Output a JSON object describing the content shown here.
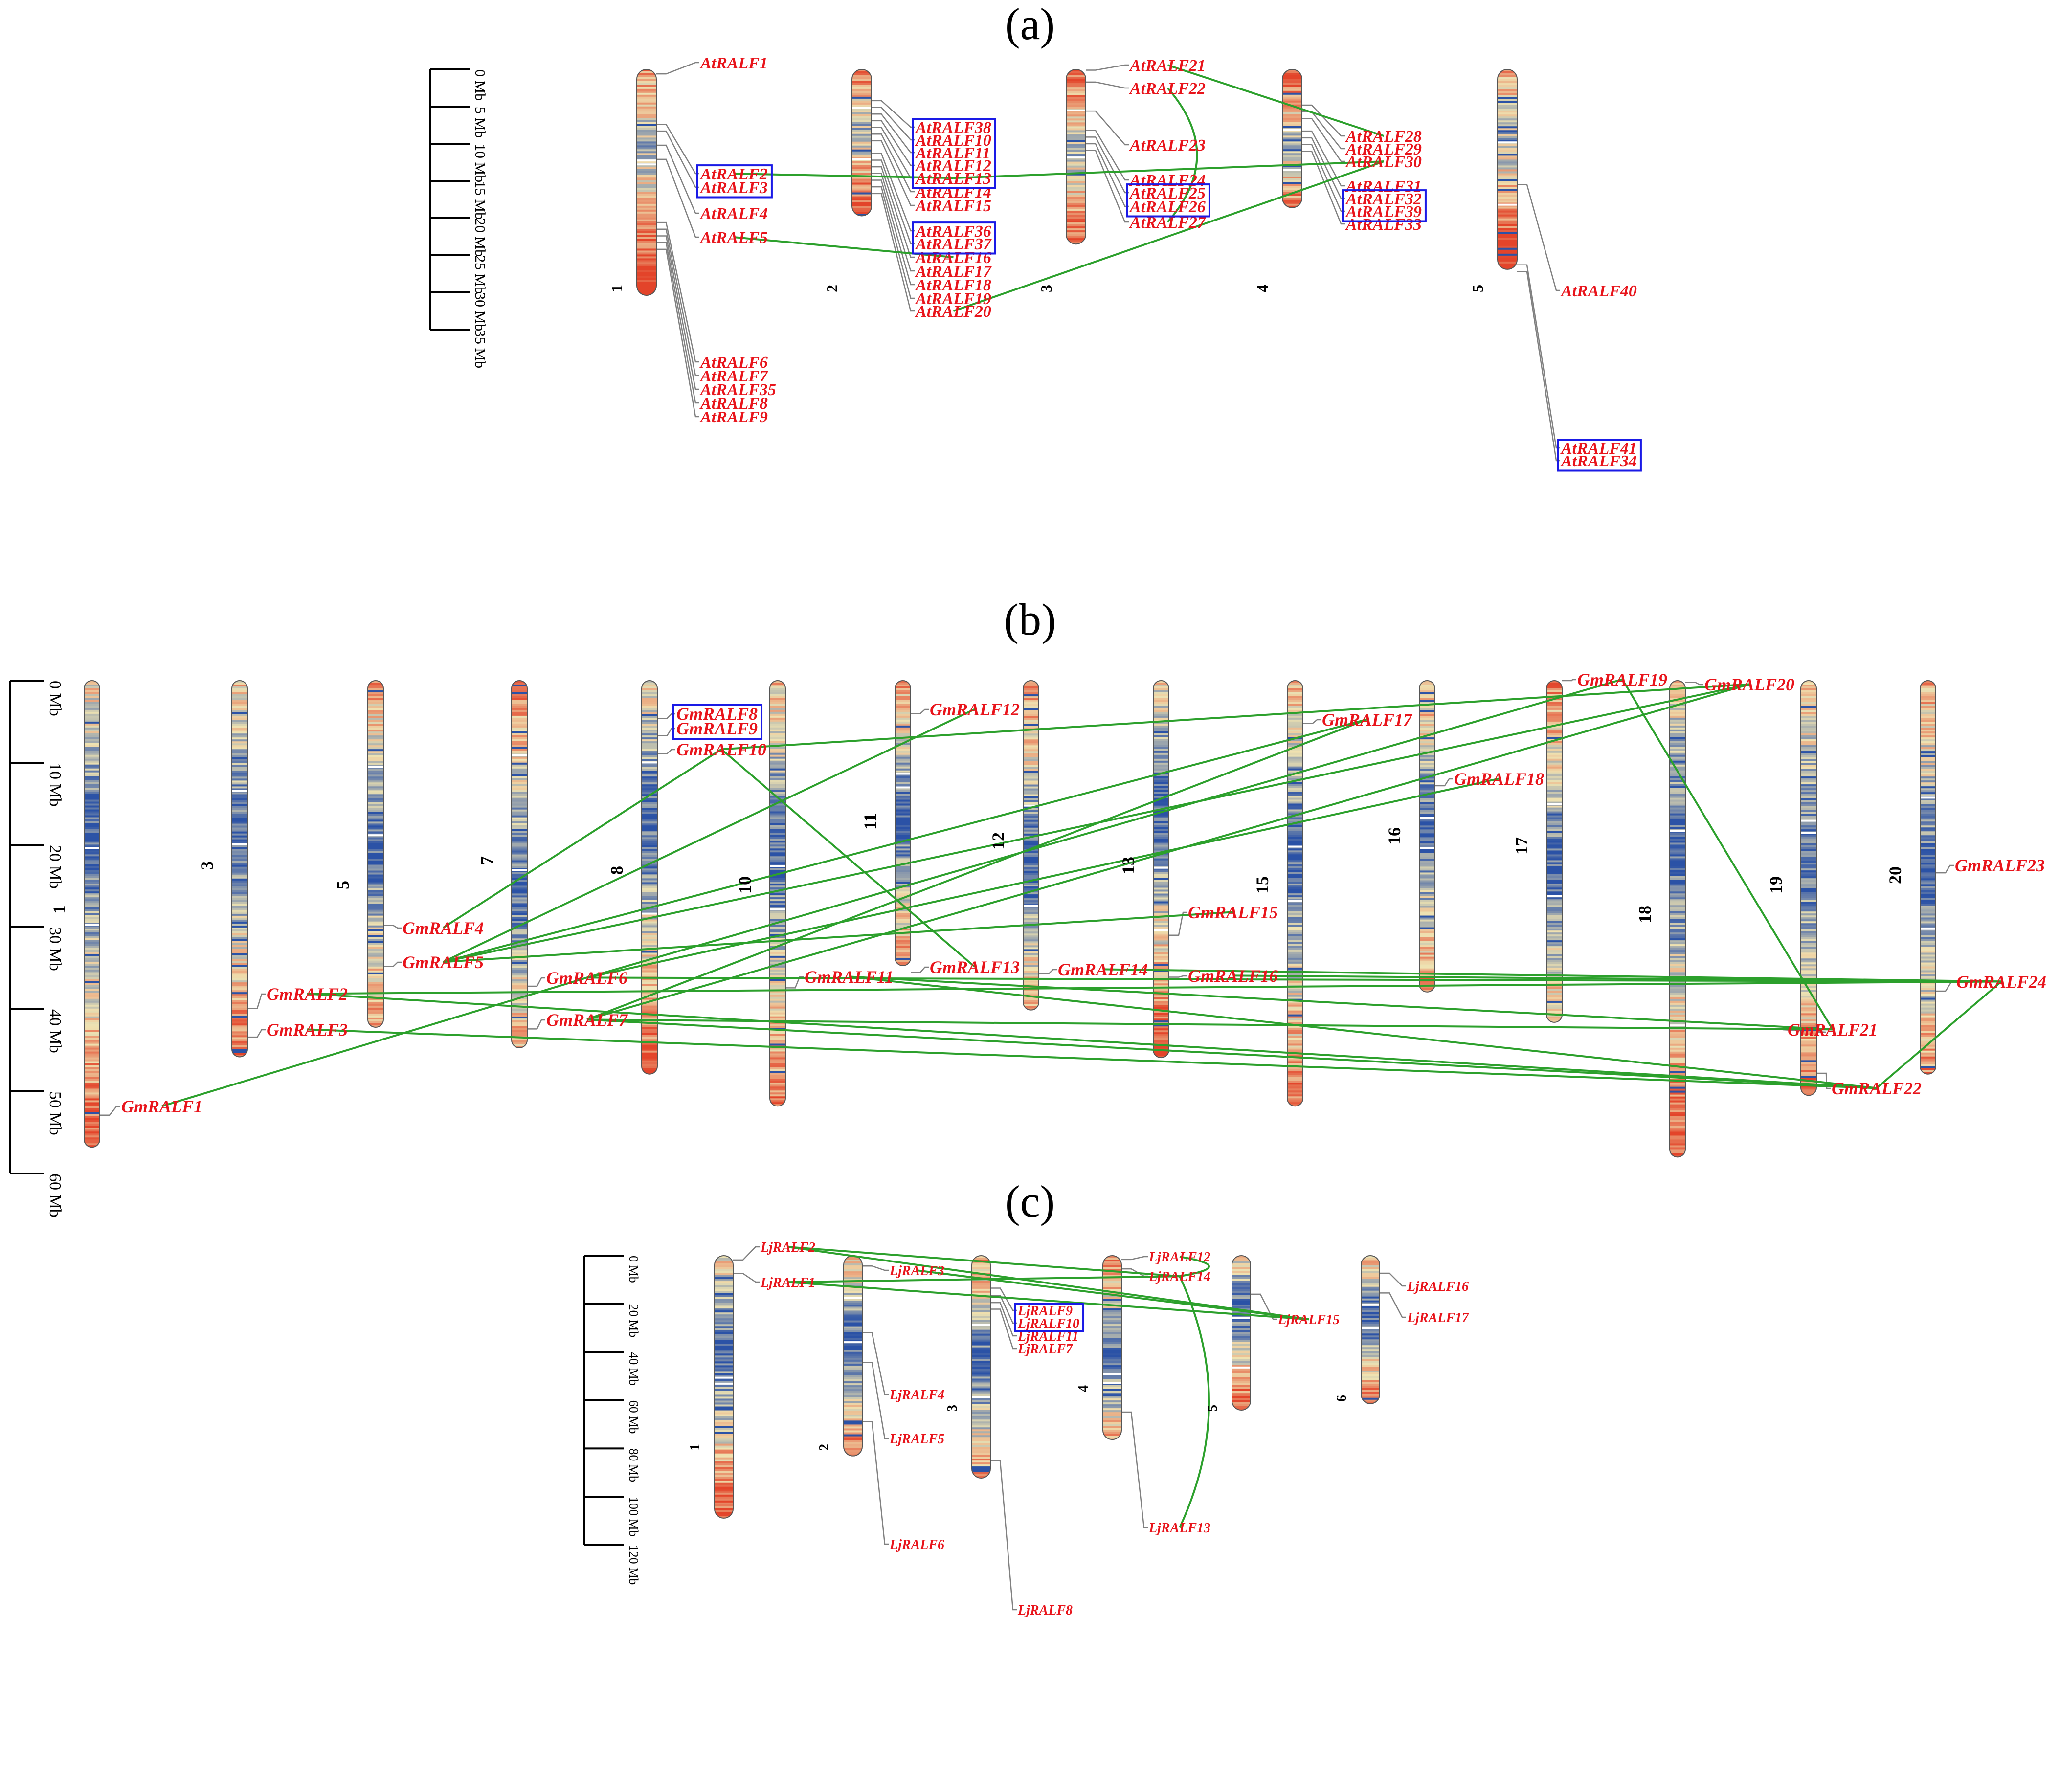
{
  "colors": {
    "gene_label": "#e8141b",
    "synteny_line": "#2ca02c",
    "tandem_box": "#1a1ae6",
    "leader_line": "#808080",
    "density_low": "#2b52a6",
    "density_mid": "#efe3b2",
    "density_high": "#e3442a"
  },
  "panels": [
    {
      "id": "a",
      "label": "(a)",
      "scale": {
        "ticks": [
          "0 Mb",
          "5 Mb",
          "10 Mb",
          "15 Mb",
          "20 Mb",
          "25 Mb",
          "30 Mb",
          "35 Mb"
        ]
      },
      "chromosomes": [
        {
          "name": "1",
          "length_mb": 30.4
        },
        {
          "name": "2",
          "length_mb": 19.7
        },
        {
          "name": "3",
          "length_mb": 23.5
        },
        {
          "name": "4",
          "length_mb": 18.6
        },
        {
          "name": "5",
          "length_mb": 26.9
        }
      ],
      "genes": [
        {
          "name": "AtRALF1",
          "chr": "1",
          "pos_mb": 0.6
        },
        {
          "name": "AtRALF2",
          "chr": "1",
          "pos_mb": 7.4
        },
        {
          "name": "AtRALF3",
          "chr": "1",
          "pos_mb": 8.3
        },
        {
          "name": "AtRALF4",
          "chr": "1",
          "pos_mb": 10.2
        },
        {
          "name": "AtRALF5",
          "chr": "1",
          "pos_mb": 12.1
        },
        {
          "name": "AtRALF6",
          "chr": "1",
          "pos_mb": 20.6
        },
        {
          "name": "AtRALF7",
          "chr": "1",
          "pos_mb": 21.5
        },
        {
          "name": "AtRALF35",
          "chr": "1",
          "pos_mb": 22.4
        },
        {
          "name": "AtRALF8",
          "chr": "1",
          "pos_mb": 23.3
        },
        {
          "name": "AtRALF9",
          "chr": "1",
          "pos_mb": 24.2
        },
        {
          "name": "AtRALF38",
          "chr": "2",
          "pos_mb": 4.2
        },
        {
          "name": "AtRALF10",
          "chr": "2",
          "pos_mb": 5.1
        },
        {
          "name": "AtRALF11",
          "chr": "2",
          "pos_mb": 6.0
        },
        {
          "name": "AtRALF12",
          "chr": "2",
          "pos_mb": 6.9
        },
        {
          "name": "AtRALF13",
          "chr": "2",
          "pos_mb": 7.8
        },
        {
          "name": "AtRALF14",
          "chr": "2",
          "pos_mb": 8.7
        },
        {
          "name": "AtRALF15",
          "chr": "2",
          "pos_mb": 9.6
        },
        {
          "name": "AtRALF36",
          "chr": "2",
          "pos_mb": 11.3
        },
        {
          "name": "AtRALF37",
          "chr": "2",
          "pos_mb": 12.2
        },
        {
          "name": "AtRALF16",
          "chr": "2",
          "pos_mb": 13.1
        },
        {
          "name": "AtRALF17",
          "chr": "2",
          "pos_mb": 14.0
        },
        {
          "name": "AtRALF18",
          "chr": "2",
          "pos_mb": 14.9
        },
        {
          "name": "AtRALF19",
          "chr": "2",
          "pos_mb": 15.8
        },
        {
          "name": "AtRALF20",
          "chr": "2",
          "pos_mb": 16.7
        },
        {
          "name": "AtRALF21",
          "chr": "3",
          "pos_mb": 0.1
        },
        {
          "name": "AtRALF22",
          "chr": "3",
          "pos_mb": 1.7
        },
        {
          "name": "AtRALF23",
          "chr": "3",
          "pos_mb": 5.6
        },
        {
          "name": "AtRALF24",
          "chr": "3",
          "pos_mb": 8.2
        },
        {
          "name": "AtRALF25",
          "chr": "3",
          "pos_mb": 9.1
        },
        {
          "name": "AtRALF26",
          "chr": "3",
          "pos_mb": 10.0
        },
        {
          "name": "AtRALF27",
          "chr": "3",
          "pos_mb": 10.9
        },
        {
          "name": "AtRALF28",
          "chr": "4",
          "pos_mb": 4.8
        },
        {
          "name": "AtRALF29",
          "chr": "4",
          "pos_mb": 5.7
        },
        {
          "name": "AtRALF30",
          "chr": "4",
          "pos_mb": 6.6
        },
        {
          "name": "AtRALF31",
          "chr": "4",
          "pos_mb": 8.3
        },
        {
          "name": "AtRALF32",
          "chr": "4",
          "pos_mb": 9.2
        },
        {
          "name": "AtRALF39",
          "chr": "4",
          "pos_mb": 10.1
        },
        {
          "name": "AtRALF33",
          "chr": "4",
          "pos_mb": 11.0
        },
        {
          "name": "AtRALF40",
          "chr": "5",
          "pos_mb": 15.5
        },
        {
          "name": "AtRALF41",
          "chr": "5",
          "pos_mb": 26.3
        },
        {
          "name": "AtRALF34",
          "chr": "5",
          "pos_mb": 27.2
        }
      ],
      "tandem": [
        [
          "AtRALF2",
          "AtRALF3"
        ],
        [
          "AtRALF38",
          "AtRALF13"
        ],
        [
          "AtRALF36",
          "AtRALF37"
        ],
        [
          "AtRALF25",
          "AtRALF26"
        ],
        [
          "AtRALF32",
          "AtRALF39"
        ],
        [
          "AtRALF41",
          "AtRALF34"
        ]
      ],
      "links": [
        [
          "AtRALF2",
          "AtRALF13"
        ],
        [
          "AtRALF13",
          "AtRALF30"
        ],
        [
          "AtRALF5",
          "AtRALF16"
        ],
        [
          "AtRALF21",
          "AtRALF28"
        ],
        [
          "AtRALF22",
          "AtRALF27"
        ],
        [
          "AtRALF20",
          "AtRALF30"
        ]
      ]
    },
    {
      "id": "b",
      "label": "(b)",
      "scale": {
        "ticks": [
          "0 Mb",
          "10 Mb",
          "20 Mb",
          "30 Mb",
          "40 Mb",
          "50 Mb",
          "60 Mb"
        ]
      },
      "chromosomes": [
        {
          "name": "1",
          "length_mb": 56.8
        },
        {
          "name": "3",
          "length_mb": 45.8
        },
        {
          "name": "5",
          "length_mb": 42.2
        },
        {
          "name": "7",
          "length_mb": 44.7
        },
        {
          "name": "8",
          "length_mb": 47.9
        },
        {
          "name": "10",
          "length_mb": 51.8
        },
        {
          "name": "11",
          "length_mb": 34.7
        },
        {
          "name": "12",
          "length_mb": 40.1
        },
        {
          "name": "13",
          "length_mb": 45.9
        },
        {
          "name": "15",
          "length_mb": 51.8
        },
        {
          "name": "16",
          "length_mb": 37.9
        },
        {
          "name": "17",
          "length_mb": 41.6
        },
        {
          "name": "18",
          "length_mb": 58.0
        },
        {
          "name": "19",
          "length_mb": 50.5
        },
        {
          "name": "20",
          "length_mb": 47.9
        }
      ],
      "genes": [
        {
          "name": "GmRALF1",
          "chr": "1",
          "pos_mb": 52.9
        },
        {
          "name": "GmRALF2",
          "chr": "3",
          "pos_mb": 39.9
        },
        {
          "name": "GmRALF3",
          "chr": "3",
          "pos_mb": 43.4
        },
        {
          "name": "GmRALF4",
          "chr": "5",
          "pos_mb": 29.8
        },
        {
          "name": "GmRALF5",
          "chr": "5",
          "pos_mb": 34.8
        },
        {
          "name": "GmRALF6",
          "chr": "7",
          "pos_mb": 37.2
        },
        {
          "name": "GmRALF7",
          "chr": "7",
          "pos_mb": 42.4
        },
        {
          "name": "GmRALF8",
          "chr": "8",
          "pos_mb": 4.6
        },
        {
          "name": "GmRALF9",
          "chr": "8",
          "pos_mb": 6.7
        },
        {
          "name": "GmRALF10",
          "chr": "8",
          "pos_mb": 8.9
        },
        {
          "name": "GmRALF11",
          "chr": "10",
          "pos_mb": 37.4
        },
        {
          "name": "GmRALF12",
          "chr": "11",
          "pos_mb": 4.0
        },
        {
          "name": "GmRALF13",
          "chr": "11",
          "pos_mb": 35.5
        },
        {
          "name": "GmRALF14",
          "chr": "12",
          "pos_mb": 35.7
        },
        {
          "name": "GmRALF15",
          "chr": "13",
          "pos_mb": 31.0
        },
        {
          "name": "GmRALF16",
          "chr": "13",
          "pos_mb": 36.1
        },
        {
          "name": "GmRALF17",
          "chr": "15",
          "pos_mb": 5.2
        },
        {
          "name": "GmRALF18",
          "chr": "16",
          "pos_mb": 12.8
        },
        {
          "name": "GmRALF19",
          "chr": "17",
          "pos_mb": 0.0
        },
        {
          "name": "GmRALF20",
          "chr": "18",
          "pos_mb": 0.2
        },
        {
          "name": "GmRALF21",
          "chr": "19",
          "pos_mb": 42.8
        },
        {
          "name": "GmRALF22",
          "chr": "19",
          "pos_mb": 47.8
        },
        {
          "name": "GmRALF23",
          "chr": "20",
          "pos_mb": 23.4
        },
        {
          "name": "GmRALF24",
          "chr": "20",
          "pos_mb": 37.8
        }
      ],
      "tandem": [
        [
          "GmRALF8",
          "GmRALF9"
        ]
      ],
      "links": [
        [
          "GmRALF1",
          "GmRALF6"
        ],
        [
          "GmRALF4",
          "GmRALF10"
        ],
        [
          "GmRALF5",
          "GmRALF12"
        ],
        [
          "GmRALF5",
          "GmRALF17"
        ],
        [
          "GmRALF5",
          "GmRALF20"
        ],
        [
          "GmRALF5",
          "GmRALF15"
        ],
        [
          "GmRALF6",
          "GmRALF18"
        ],
        [
          "GmRALF6",
          "GmRALF19"
        ],
        [
          "GmRALF7",
          "GmRALF17"
        ],
        [
          "GmRALF7",
          "GmRALF20"
        ],
        [
          "GmRALF10",
          "GmRALF13"
        ],
        [
          "GmRALF10",
          "GmRALF20"
        ],
        [
          "GmRALF2",
          "GmRALF24"
        ],
        [
          "GmRALF3",
          "GmRALF22"
        ],
        [
          "GmRALF6",
          "GmRALF24"
        ],
        [
          "GmRALF7",
          "GmRALF21"
        ],
        [
          "GmRALF7",
          "GmRALF22"
        ],
        [
          "GmRALF11",
          "GmRALF22"
        ],
        [
          "GmRALF14",
          "GmRALF24"
        ],
        [
          "GmRALF16",
          "GmRALF24"
        ],
        [
          "GmRALF19",
          "GmRALF21"
        ],
        [
          "GmRALF22",
          "GmRALF24"
        ],
        [
          "GmRALF2",
          "GmRALF22"
        ],
        [
          "GmRALF11",
          "GmRALF21"
        ]
      ]
    },
    {
      "id": "c",
      "label": "(c)",
      "scale": {
        "ticks": [
          "0 Mb",
          "20 Mb",
          "40 Mb",
          "60 Mb",
          "80 Mb",
          "100 Mb",
          "120 Mb"
        ]
      },
      "chromosomes": [
        {
          "name": "1",
          "length_mb": 108.9
        },
        {
          "name": "2",
          "length_mb": 83.1
        },
        {
          "name": "3",
          "length_mb": 92.3
        },
        {
          "name": "4",
          "length_mb": 76.3
        },
        {
          "name": "5",
          "length_mb": 64.1
        },
        {
          "name": "6",
          "length_mb": 61.4
        }
      ],
      "genes": [
        {
          "name": "LjRALF2",
          "chr": "1",
          "pos_mb": 1.8
        },
        {
          "name": "LjRALF1",
          "chr": "1",
          "pos_mb": 7.4
        },
        {
          "name": "LjRALF3",
          "chr": "2",
          "pos_mb": 4.3
        },
        {
          "name": "LjRALF4",
          "chr": "2",
          "pos_mb": 32.0
        },
        {
          "name": "LjRALF5",
          "chr": "2",
          "pos_mb": 44.3
        },
        {
          "name": "LjRALF6",
          "chr": "2",
          "pos_mb": 68.9
        },
        {
          "name": "LjRALF9",
          "chr": "3",
          "pos_mb": 13.5
        },
        {
          "name": "LjRALF10",
          "chr": "3",
          "pos_mb": 16.5
        },
        {
          "name": "LjRALF11",
          "chr": "3",
          "pos_mb": 19.5
        },
        {
          "name": "LjRALF7",
          "chr": "3",
          "pos_mb": 22.2
        },
        {
          "name": "LjRALF8",
          "chr": "3",
          "pos_mb": 85.1
        },
        {
          "name": "LjRALF12",
          "chr": "4",
          "pos_mb": 1.6
        },
        {
          "name": "LjRALF14",
          "chr": "4",
          "pos_mb": 5.5
        },
        {
          "name": "LjRALF13",
          "chr": "4",
          "pos_mb": 64.9
        },
        {
          "name": "LjRALF15",
          "chr": "5",
          "pos_mb": 16.0
        },
        {
          "name": "LjRALF16",
          "chr": "6",
          "pos_mb": 7.3
        },
        {
          "name": "LjRALF17",
          "chr": "6",
          "pos_mb": 15.5
        }
      ],
      "tandem": [
        [
          "LjRALF9",
          "LjRALF10"
        ]
      ],
      "links": [
        [
          "LjRALF2",
          "LjRALF14"
        ],
        [
          "LjRALF2",
          "LjRALF15"
        ],
        [
          "LjRALF1",
          "LjRALF14"
        ],
        [
          "LjRALF1",
          "LjRALF15"
        ],
        [
          "LjRALF3",
          "LjRALF15"
        ],
        [
          "LjRALF12",
          "LjRALF14"
        ],
        [
          "LjRALF14",
          "LjRALF13"
        ]
      ]
    }
  ]
}
